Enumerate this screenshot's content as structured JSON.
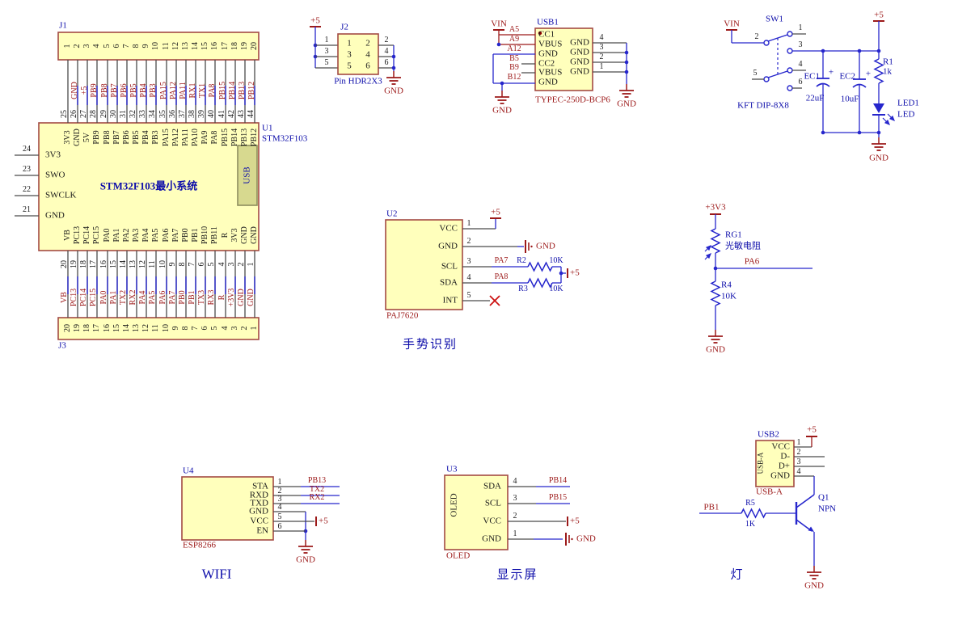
{
  "colors": {
    "wire": "#2626cc",
    "stub": "#4a4a4a",
    "net": "#9c1919",
    "designator": "#0d0daa",
    "fill": "#ffffbc",
    "border": "#a34a43",
    "tab_fill": "#d7d98f",
    "tab_border": "#8d8d5e",
    "nc": "#cc1111",
    "black": "#1a1a1a"
  },
  "u1_block": {
    "j1": {
      "ref": "J1",
      "numbers": [
        "1",
        "2",
        "3",
        "4",
        "5",
        "6",
        "7",
        "8",
        "9",
        "10",
        "11",
        "12",
        "13",
        "14",
        "15",
        "16",
        "17",
        "18",
        "19",
        "20"
      ]
    },
    "top_nets": [
      "",
      "GND",
      "+5",
      "PB9",
      "PB8",
      "PB7",
      "PB6",
      "PB5",
      "PB4",
      "PB3",
      "PA15",
      "PA12",
      "PA11",
      "RX1",
      "TX1",
      "PA8",
      "PB15",
      "PB14",
      "PB13",
      "PB12"
    ],
    "top_pin_numbers": [
      "25",
      "26",
      "27",
      "28",
      "29",
      "30",
      "31",
      "32",
      "33",
      "34",
      "35",
      "36",
      "37",
      "38",
      "39",
      "40",
      "41",
      "42",
      "43",
      "44"
    ],
    "top_pin_names": [
      "3V3",
      "GND",
      "5V",
      "PB9",
      "PB8",
      "PB7",
      "PB6",
      "PB5",
      "PB4",
      "PB3",
      "PA15",
      "PA12",
      "PA11",
      "PA10",
      "PA9",
      "PA8",
      "PB15",
      "PB14",
      "PB13",
      "PB12"
    ],
    "u1": {
      "ref": "U1",
      "part": "STM32F103",
      "title": "STM32F103最小系统",
      "usb_tab": "USB"
    },
    "left_pins": [
      {
        "num": "24",
        "name": "3V3"
      },
      {
        "num": "23",
        "name": "SWO"
      },
      {
        "num": "22",
        "name": "SWCLK"
      },
      {
        "num": "21",
        "name": "GND"
      }
    ],
    "bottom_pin_names": [
      "VB",
      "PC13",
      "PC14",
      "PC15",
      "PA0",
      "PA1",
      "PA2",
      "PA3",
      "PA4",
      "PA5",
      "PA6",
      "PA7",
      "PB0",
      "PB1",
      "PB10",
      "PB11",
      "R",
      "3V3",
      "GND",
      "GND"
    ],
    "bottom_pin_numbers": [
      "20",
      "19",
      "18",
      "17",
      "16",
      "15",
      "14",
      "13",
      "12",
      "11",
      "10",
      "9",
      "8",
      "7",
      "6",
      "5",
      "4",
      "3",
      "2",
      "1"
    ],
    "bottom_nets": [
      "VB",
      "PC13",
      "PC14",
      "PC15",
      "PA0",
      "PA1",
      "TX2",
      "RX2",
      "PA4",
      "PA5",
      "PA6",
      "PA7",
      "PB0",
      "PB1",
      "TX3",
      "RX3",
      "R",
      "+3V3",
      "GND",
      "GND"
    ],
    "j3": {
      "ref": "J3",
      "numbers": [
        "20",
        "19",
        "18",
        "17",
        "16",
        "15",
        "14",
        "13",
        "12",
        "11",
        "10",
        "9",
        "8",
        "7",
        "6",
        "5",
        "4",
        "3",
        "2",
        "1"
      ]
    }
  },
  "j2_block": {
    "ref": "J2",
    "part": "Pin HDR2X3",
    "power": "+5",
    "gnd": "GND",
    "left_numbers": [
      "1",
      "3",
      "5"
    ],
    "right_numbers": [
      "2",
      "4",
      "6"
    ],
    "inner_rows": [
      [
        "1",
        "2"
      ],
      [
        "3",
        "4"
      ],
      [
        "5",
        "6"
      ]
    ]
  },
  "usb1_block": {
    "ref": "USB1",
    "part": "TYPEC-250D-BCP6",
    "vin": "VIN",
    "gnd_left": "GND",
    "gnd_right": "GND",
    "left_pins": [
      {
        "num": "A5",
        "name": "CC1"
      },
      {
        "num": "A9",
        "name": "VBUS"
      },
      {
        "num": "A12",
        "name": "GND"
      },
      {
        "num": "B5",
        "name": "CC2"
      },
      {
        "num": "B9",
        "name": "VBUS"
      },
      {
        "num": "B12",
        "name": "GND"
      }
    ],
    "right_pins": [
      {
        "num": "4",
        "name": "GND"
      },
      {
        "num": "3",
        "name": "GND"
      },
      {
        "num": "2",
        "name": "GND"
      },
      {
        "num": "1",
        "name": "GND"
      }
    ]
  },
  "power_block": {
    "vin": "VIN",
    "plus5": "+5",
    "gnd": "GND",
    "sw1": {
      "ref": "SW1",
      "part": "KFT DIP-8X8",
      "pin_numbers": [
        "1",
        "2",
        "3",
        "4",
        "5",
        "6"
      ]
    },
    "ec1": {
      "ref": "EC1",
      "value": "22uF",
      "plus": "+"
    },
    "ec2": {
      "ref": "EC2",
      "value": "10uF",
      "plus": "+"
    },
    "r1": {
      "ref": "R1",
      "value": "1k"
    },
    "led1": {
      "ref": "LED1",
      "value": "LED"
    }
  },
  "gesture_block": {
    "ref": "U2",
    "part": "PAJ7620",
    "caption": "手势识别",
    "plus5": "+5",
    "gnd": "GND",
    "pins": [
      {
        "num": "1",
        "name": "VCC"
      },
      {
        "num": "2",
        "name": "GND"
      },
      {
        "num": "3",
        "name": "SCL"
      },
      {
        "num": "4",
        "name": "SDA"
      },
      {
        "num": "5",
        "name": "INT"
      }
    ],
    "nets": {
      "scl": "PA7",
      "sda": "PA8"
    },
    "r2": {
      "ref": "R2",
      "value": "10K"
    },
    "r3": {
      "ref": "R3",
      "value": "10K"
    }
  },
  "ldr_block": {
    "rail": "+3V3",
    "gnd": "GND",
    "net": "PA6",
    "rg1": {
      "ref": "RG1",
      "value": "光敏电阻"
    },
    "r4": {
      "ref": "R4",
      "value": "10K"
    }
  },
  "wifi_block": {
    "ref": "U4",
    "part": "ESP8266",
    "caption": "WIFI",
    "plus5": "+5",
    "gnd": "GND",
    "pins": [
      {
        "num": "1",
        "name": "STA",
        "net": "PB13"
      },
      {
        "num": "2",
        "name": "RXD",
        "net": "TX2"
      },
      {
        "num": "3",
        "name": "TXD",
        "net": "RX2"
      },
      {
        "num": "4",
        "name": "GND",
        "net": ""
      },
      {
        "num": "5",
        "name": "VCC",
        "net": ""
      },
      {
        "num": "6",
        "name": "EN",
        "net": ""
      }
    ]
  },
  "oled_block": {
    "ref": "U3",
    "part": "OLED",
    "side_label": "OLED",
    "caption": "显示屏",
    "plus5": "+5",
    "gnd": "GND",
    "pins": [
      {
        "num": "4",
        "name": "SDA",
        "net": "PB14"
      },
      {
        "num": "3",
        "name": "SCL",
        "net": "PB15"
      },
      {
        "num": "2",
        "name": "VCC",
        "net": ""
      },
      {
        "num": "1",
        "name": "GND",
        "net": ""
      }
    ]
  },
  "lamp_block": {
    "ref": "USB2",
    "part": "USB-A",
    "side_label": "USB-A",
    "caption": "灯",
    "plus5": "+5",
    "gnd": "GND",
    "base_net": "PB1",
    "pins": [
      {
        "num": "1",
        "name": "VCC"
      },
      {
        "num": "2",
        "name": "D-"
      },
      {
        "num": "3",
        "name": "D+"
      },
      {
        "num": "4",
        "name": "GND"
      }
    ],
    "r5": {
      "ref": "R5",
      "value": "1K"
    },
    "q1": {
      "ref": "Q1",
      "value": "NPN"
    }
  }
}
